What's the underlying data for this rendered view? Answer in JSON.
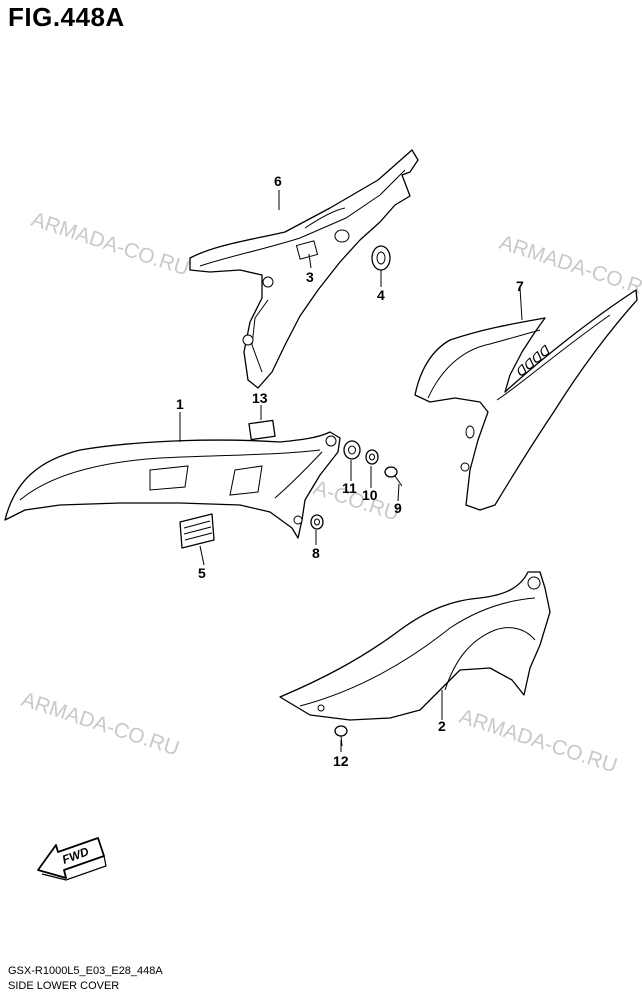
{
  "figure": {
    "title": "FIG.448A",
    "model_code": "GSX-R1000L5_E03_E28_448A",
    "section_name": "SIDE LOWER COVER"
  },
  "watermark": "ARMADA-CO.RU",
  "fwd_label": "FWD",
  "parts": [
    {
      "id": "part-1",
      "number": "1"
    },
    {
      "id": "part-2",
      "number": "2"
    },
    {
      "id": "part-3",
      "number": "3"
    },
    {
      "id": "part-4",
      "number": "4"
    },
    {
      "id": "part-5",
      "number": "5"
    },
    {
      "id": "part-6",
      "number": "6"
    },
    {
      "id": "part-7",
      "number": "7"
    },
    {
      "id": "part-8",
      "number": "8"
    },
    {
      "id": "part-9",
      "number": "9"
    },
    {
      "id": "part-10",
      "number": "10"
    },
    {
      "id": "part-11",
      "number": "11"
    },
    {
      "id": "part-12",
      "number": "12"
    },
    {
      "id": "part-13",
      "number": "13"
    }
  ]
}
